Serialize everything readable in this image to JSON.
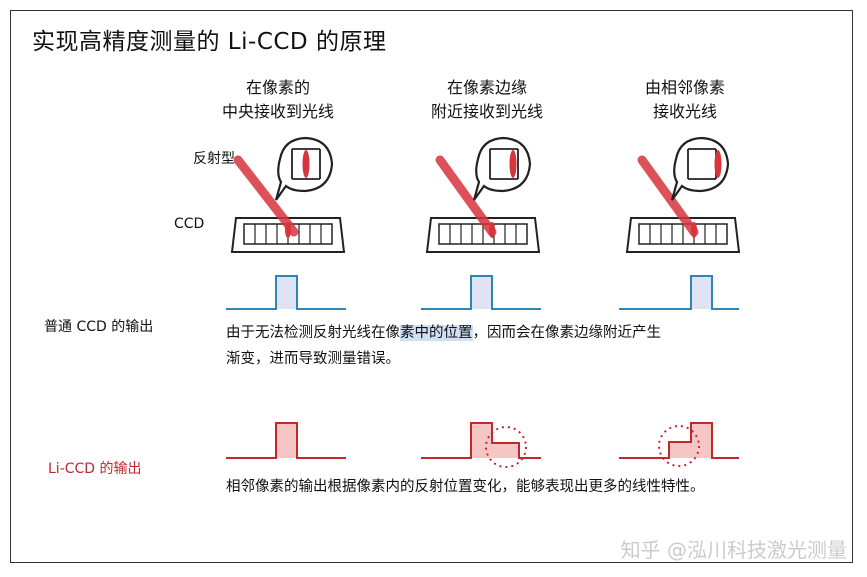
{
  "title": "实现高精度测量的 Li-CCD 的原理",
  "columns": [
    {
      "line1": "在像素的",
      "line2": "中央接收到光线"
    },
    {
      "line1": "在像素边缘",
      "line2": "附近接收到光线"
    },
    {
      "line1": "由相邻像素",
      "line2": "接收光线"
    }
  ],
  "labels": {
    "reflective": "反射型",
    "ccd": "CCD",
    "normal_output": "普通 CCD 的输出",
    "lccd_output": "Li-CCD 的输出"
  },
  "normal_desc": {
    "part1": "由于无法检测反射光线在像",
    "highlight": "素中的位置",
    "part2": "，因而会在像素边缘附近产生",
    "line2": "渐变，进而导致测量错误。"
  },
  "lccd_desc": "相邻像素的输出根据像素内的反射位置变化，能够表现出更多的线性特性。",
  "watermark": "知乎 @泓川科技激光测量",
  "colors": {
    "blue_signal": "#2e86b5",
    "blue_fill": "#dfe3f3",
    "red_signal": "#c0282e",
    "red_fill": "#f6c6c4",
    "laser": "#d8343c"
  }
}
